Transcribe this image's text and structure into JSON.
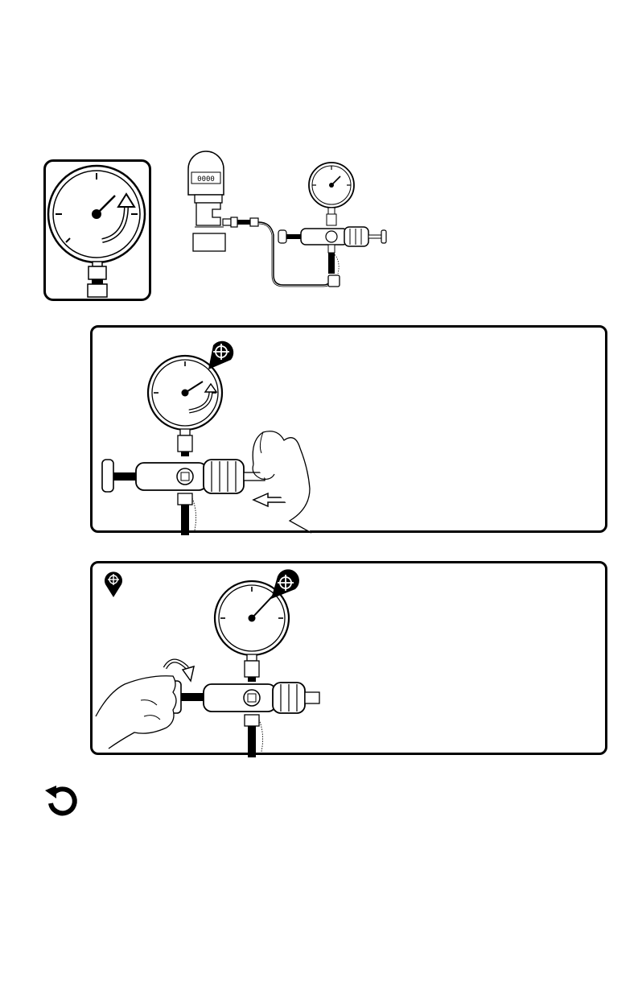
{
  "page": {
    "background": "#ffffff",
    "ink": "#000000"
  },
  "figures": {
    "step1_inset": {
      "name": "gauge-rise-inset",
      "icon": "gauge-clockwise-arrow-icon"
    },
    "step1_setup": {
      "name": "transmitter-to-pump-setup",
      "icon": "transmitter-icon"
    },
    "step2": {
      "name": "push-pump-handle",
      "icons": [
        "target-pin-icon",
        "push-arrow-icon"
      ]
    },
    "step3": {
      "name": "turn-fine-adjust-knob",
      "icons": [
        "target-pin-icon",
        "target-pin-icon",
        "turn-arrow-icon"
      ]
    }
  },
  "repeat": {
    "icon": "repeat-icon"
  }
}
